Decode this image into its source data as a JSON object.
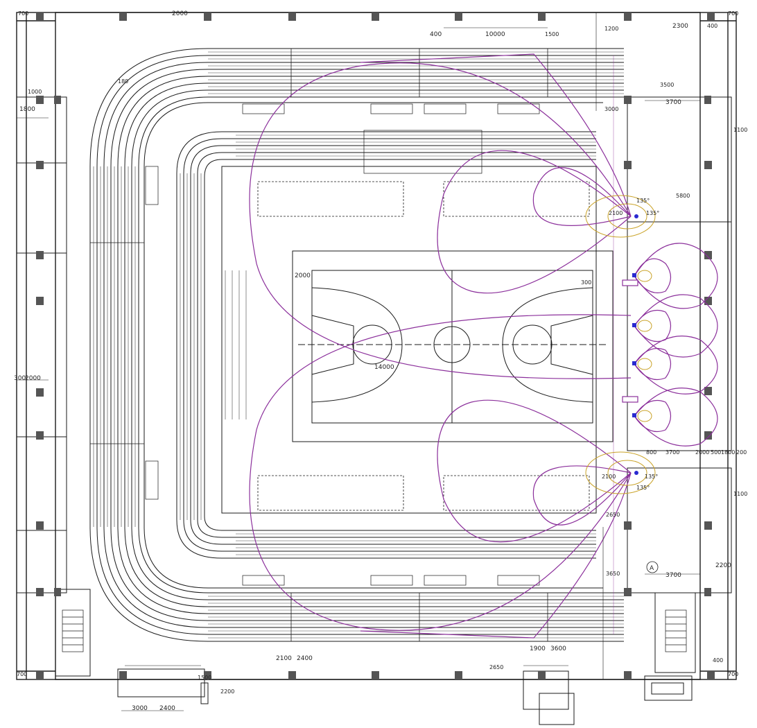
{
  "dimensions": {
    "top_10000": "10000",
    "top_2000": "2000",
    "top_400": "400",
    "top_1500": "1500",
    "top_2300": "2300",
    "top_1200": "1200",
    "top_700_left": "700",
    "top_700_right": "700",
    "top_400_right": "400",
    "right_3700_top": "3700",
    "right_5800": "5800",
    "right_2300": "2300",
    "right_1100_top": "1100",
    "court_2000": "2000",
    "court_1400": "14000",
    "court_300": "300",
    "right_row_800": "800",
    "right_row_3700": "3700",
    "right_row_2000": "2000",
    "right_row_500": "500",
    "right_row_1800": "1800",
    "right_row_200": "200",
    "right_1100_bottom": "1100",
    "right_3700_bottom": "3700",
    "right_2200": "2200",
    "left_1800": "1800",
    "left_1000": "1000",
    "left_2000": "2000",
    "left_300": "300",
    "bottom_2100": "2100",
    "bottom_2400": "2400",
    "bottom_1900": "1900",
    "bottom_3600": "3600",
    "bottom_3000": "3000",
    "bottom_2400_b": "2400",
    "bottom_1500": "1500",
    "bottom_2200": "2200",
    "bottom_2650": "2650",
    "bottom_left_700": "700",
    "bottom_right_700": "700",
    "bottom_right_400": "400",
    "right_3650": "3650",
    "right_2650": "2650",
    "right_2100": "2100",
    "right_2100_b": "2100",
    "top_right_3500": "3500",
    "top_right_3000": "3000",
    "angle_135_a": "135°",
    "angle_135_b": "135°",
    "angle_135_c": "135°",
    "angle_135_d": "135°",
    "axis_a": "A",
    "left_180": "180"
  },
  "colors": {
    "lines": "#1a1a1a",
    "coverage": "#8b2f9b",
    "speaker": "#c9a227",
    "columns": "#555555",
    "marker": "#2a2ad0"
  }
}
